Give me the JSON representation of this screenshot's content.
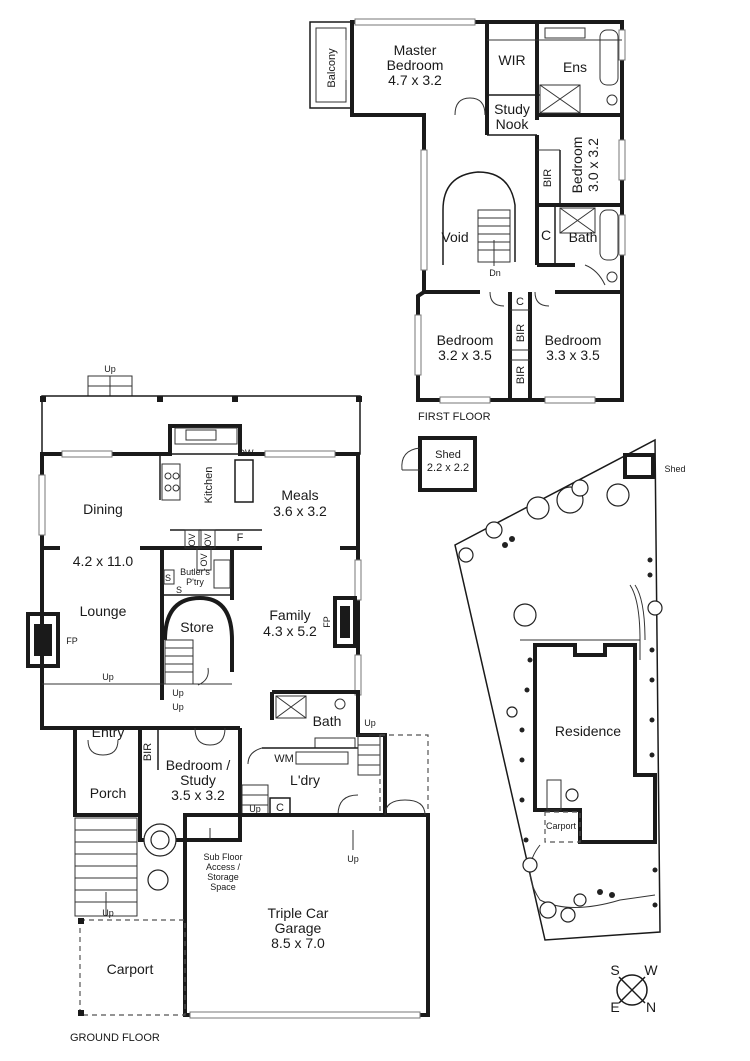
{
  "first_floor": {
    "caption": "FIRST FLOOR",
    "rooms": {
      "balcony": "Balcony",
      "master_bedroom": [
        "Master",
        "Bedroom",
        "4.7 x 3.2"
      ],
      "wir": "WIR",
      "ens": "Ens",
      "study_nook": [
        "Study",
        "Nook"
      ],
      "bir": "BIR",
      "bedroom_side": [
        "Bedroom",
        "3.0 x 3.2"
      ],
      "void": "Void",
      "dn": "Dn",
      "c": "C",
      "bath": "Bath",
      "bedroom_left": [
        "Bedroom",
        "3.2 x 3.5"
      ],
      "bedroom_right": [
        "Bedroom",
        "3.3 x 3.5"
      ]
    }
  },
  "shed": {
    "label": "Shed",
    "size": "2.2 x 2.2"
  },
  "ground_floor": {
    "caption": "GROUND FLOOR",
    "rooms": {
      "up_top": "Up",
      "kitchen": "Kitchen",
      "dw": "DW",
      "dining": "Dining",
      "meals": [
        "Meals",
        "3.6 x 3.2"
      ],
      "ov": "OV",
      "f": "F",
      "lounge_size": "4.2 x 11.0",
      "lounge": "Lounge",
      "s": "S",
      "butlers": [
        "Butler's",
        "P'try"
      ],
      "store": "Store",
      "family": [
        "Family",
        "4.3 x 5.2"
      ],
      "fp": "FP",
      "up": "Up",
      "bath": "Bath",
      "entry": "Entry",
      "bir": "BIR",
      "bedroom_study": [
        "Bedroom /",
        "Study",
        "3.5 x 3.2"
      ],
      "wm": "WM",
      "ldry": "L'dry",
      "porch": "Porch",
      "c": "C",
      "sub_floor": [
        "Sub Floor",
        "Access /",
        "Storage",
        "Space"
      ],
      "garage": [
        "Triple Car",
        "Garage",
        "8.5 x 7.0"
      ],
      "carport": "Carport"
    }
  },
  "site_plan": {
    "residence": "Residence",
    "shed": "Shed",
    "carport": "Carport"
  },
  "compass": {
    "s": "S",
    "w": "W",
    "e": "E",
    "n": "N"
  }
}
